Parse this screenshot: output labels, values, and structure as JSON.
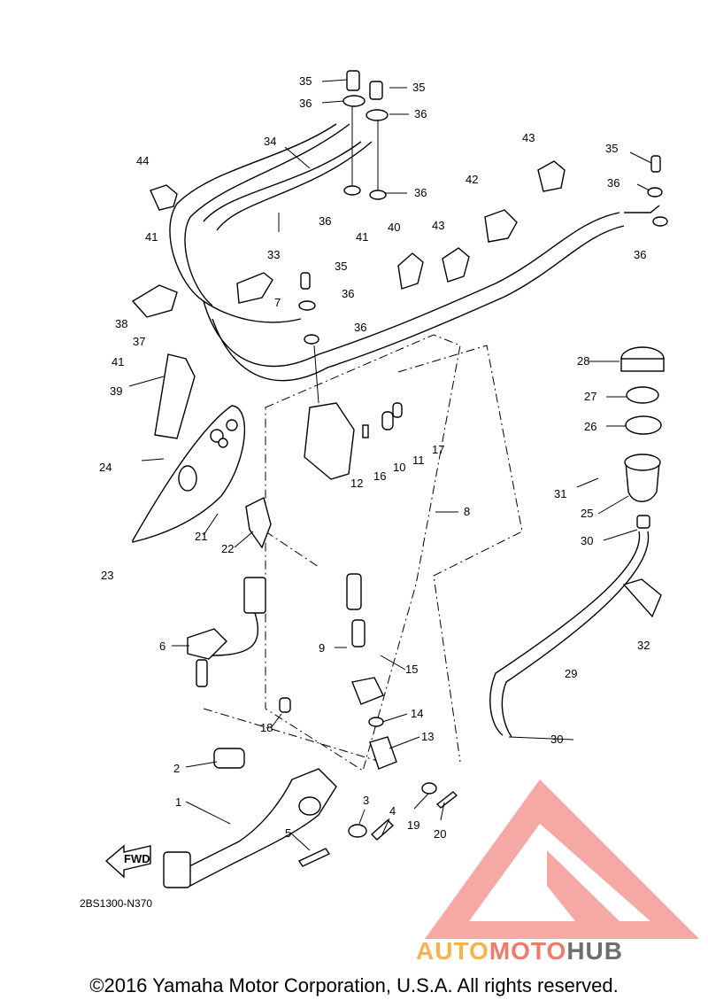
{
  "diagram": {
    "code": "2BS1300-N370",
    "fwd_label": "FWD",
    "part_numbers": [
      "1",
      "2",
      "3",
      "4",
      "5",
      "6",
      "7",
      "8",
      "9",
      "10",
      "11",
      "12",
      "13",
      "14",
      "15",
      "16",
      "17",
      "18",
      "19",
      "20",
      "21",
      "22",
      "23",
      "24",
      "25",
      "26",
      "27",
      "28",
      "29",
      "30",
      "31",
      "32",
      "33",
      "34",
      "35",
      "36",
      "37",
      "38",
      "39",
      "40",
      "41",
      "42",
      "43",
      "44"
    ]
  },
  "watermark": {
    "part1": "AUTO",
    "part2": "MOTO",
    "part3": "HUB",
    "colors": {
      "auto": "#f6b34a",
      "moto": "#ee7b6b",
      "hub": "#6e6e6e",
      "triangle": "#f28b86"
    }
  },
  "copyright": "©2016 Yamaha Motor Corporation, U.S.A. All rights reserved."
}
